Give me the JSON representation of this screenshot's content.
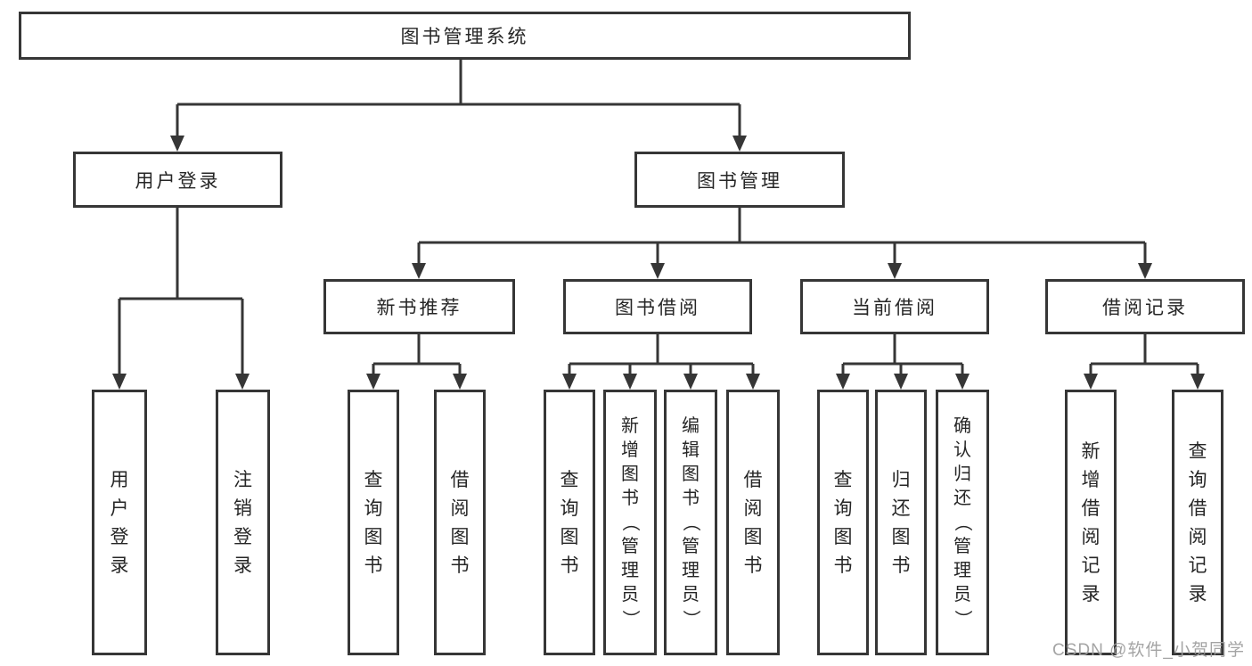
{
  "colors": {
    "line": "#363636",
    "text": "#262626",
    "watermark": "#a0a0a0",
    "background": "#ffffff"
  },
  "watermark": "CSDN @软件_小贺同学",
  "tree": {
    "root": {
      "label": "图书管理系统"
    },
    "branches": [
      {
        "label": "用户登录",
        "children": [
          "用户登录",
          "注销登录"
        ]
      },
      {
        "label": "图书管理",
        "sections": [
          {
            "label": "新书推荐",
            "children": [
              "查询图书",
              "借阅图书"
            ]
          },
          {
            "label": "图书借阅",
            "children": [
              "查询图书",
              "新增图书（管理员）",
              "编辑图书（管理员）",
              "借阅图书"
            ]
          },
          {
            "label": "当前借阅",
            "children": [
              "查询图书",
              "归还图书",
              "确认归还（管理员）"
            ]
          },
          {
            "label": "借阅记录",
            "children": [
              "新增借阅记录",
              "查询借阅记录"
            ]
          }
        ]
      }
    ]
  }
}
